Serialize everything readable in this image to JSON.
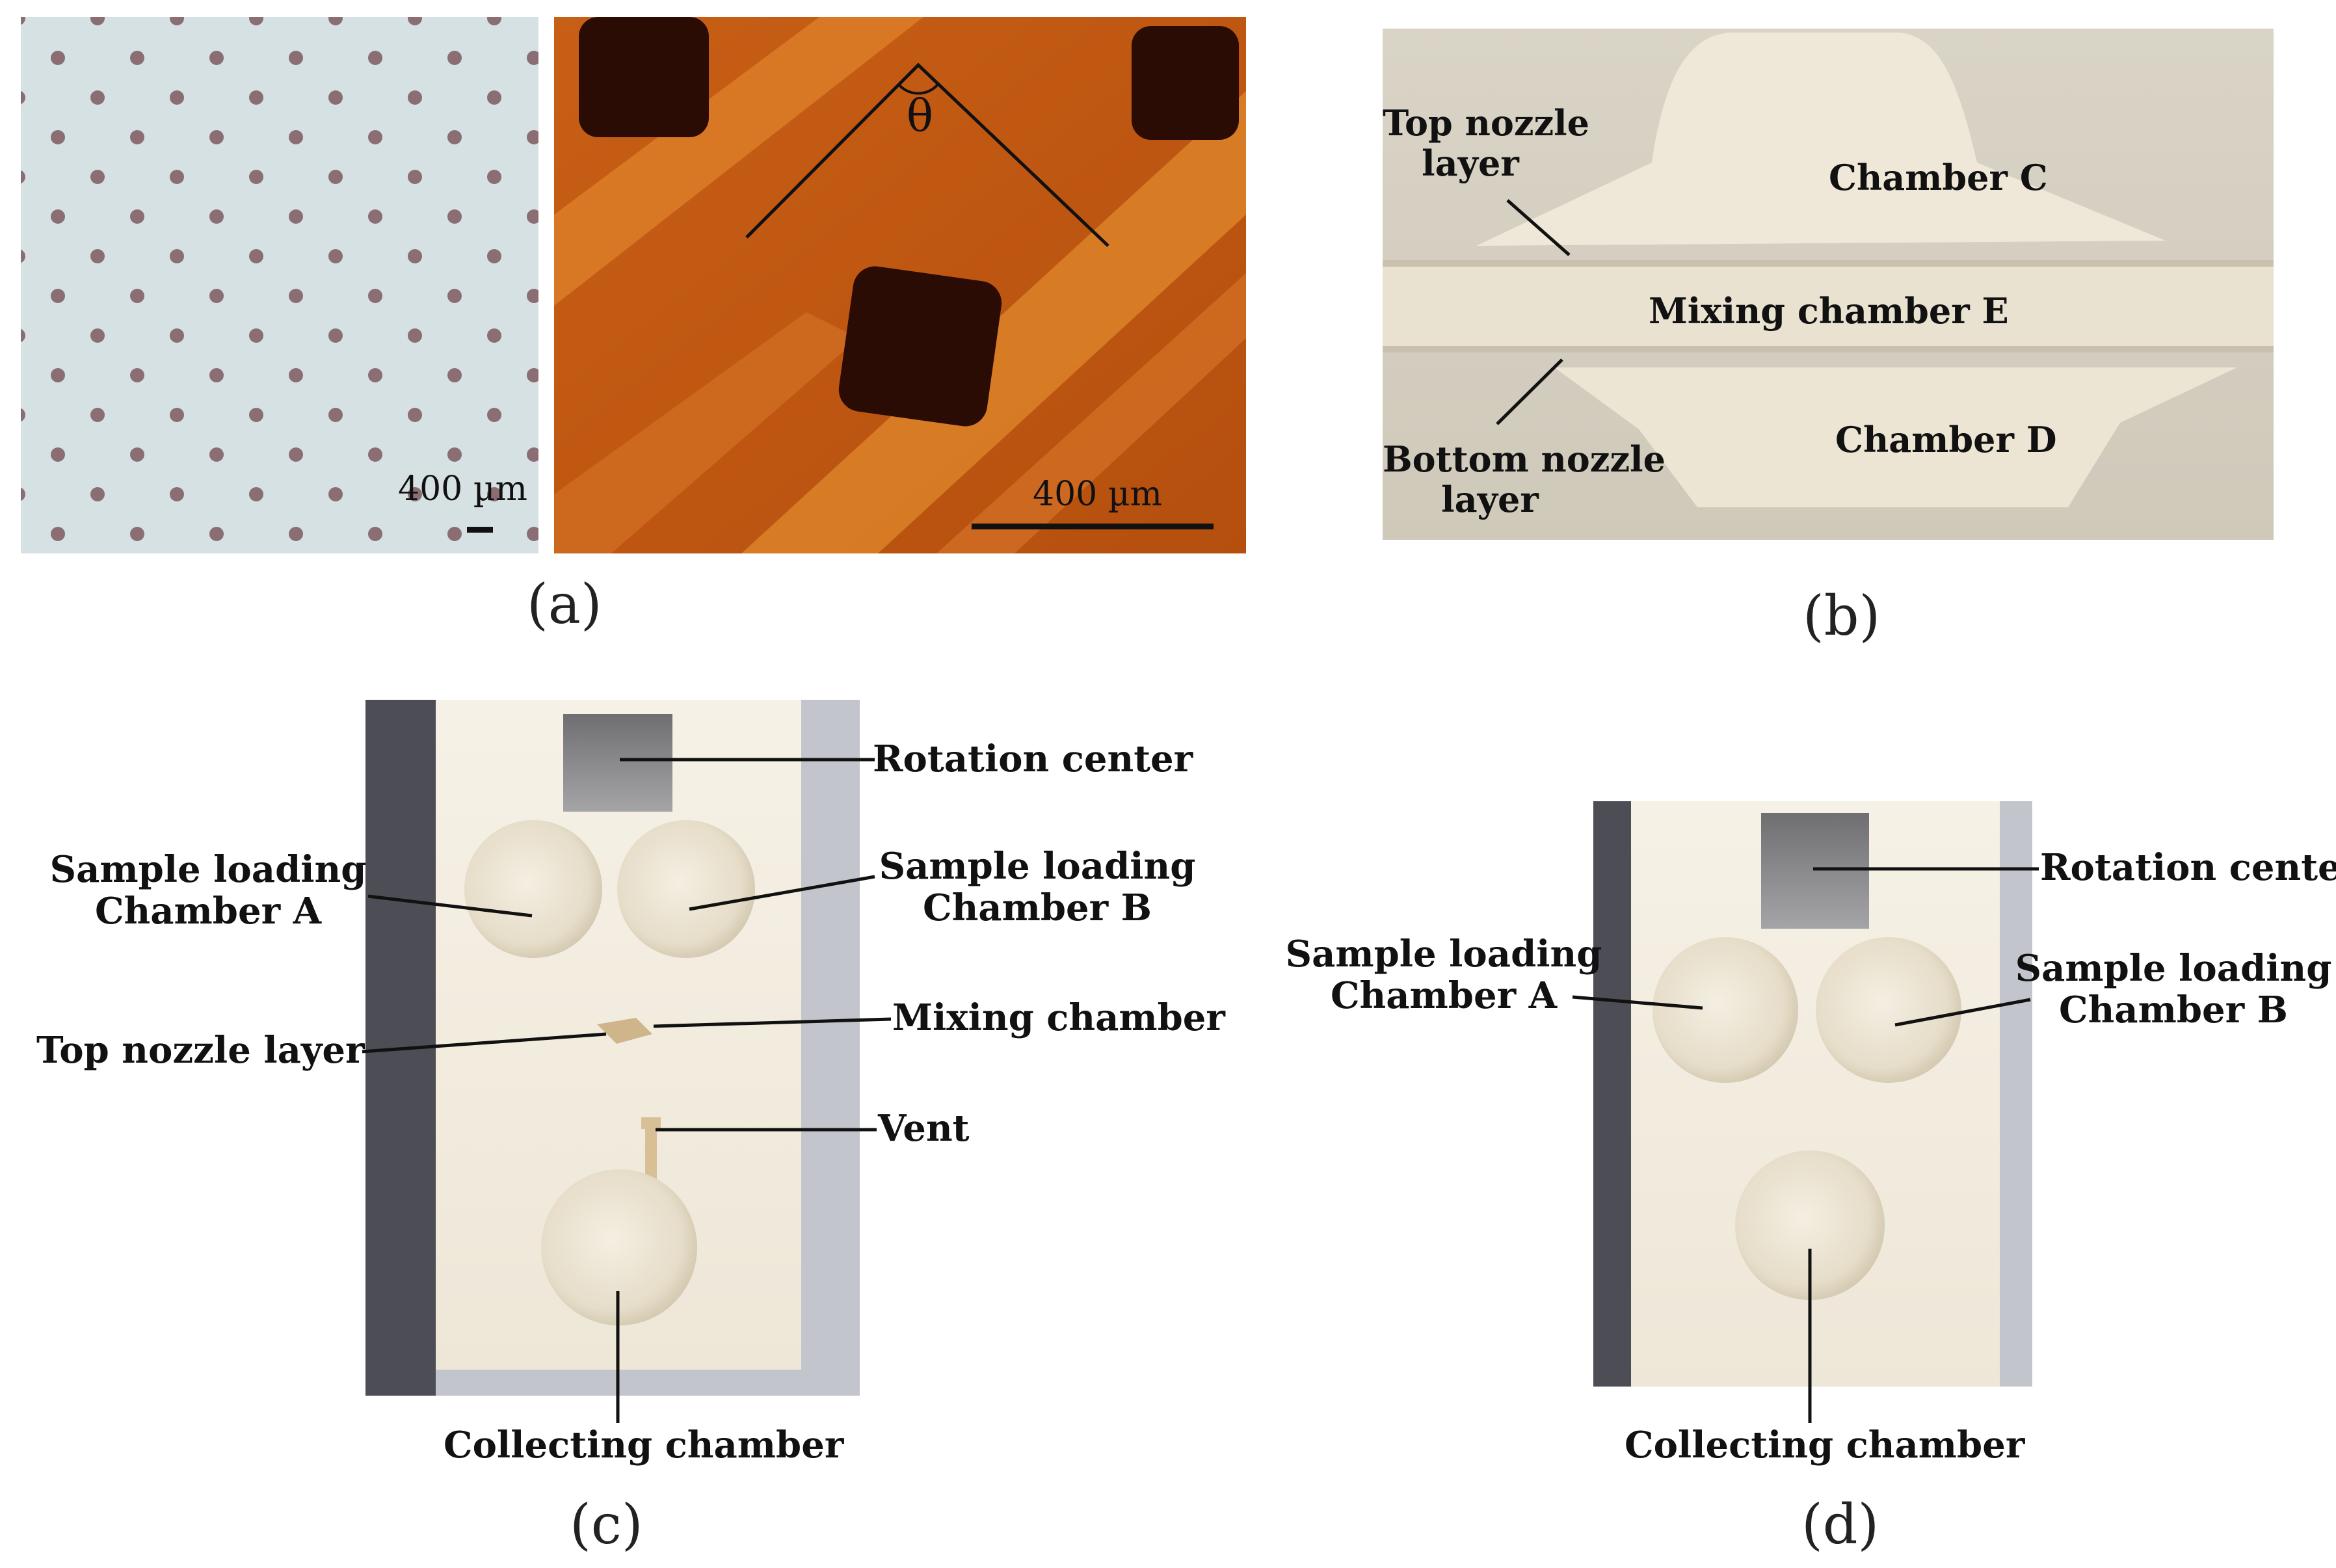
{
  "panel_a": {
    "caption": "(a)",
    "left_image": {
      "scale_label": "400 µm"
    },
    "right_image": {
      "scale_label": "400 µm",
      "angle_symbol": "θ"
    }
  },
  "panel_b": {
    "caption": "(b)",
    "labels": {
      "top_nozzle_layer": [
        "Top nozzle",
        "layer"
      ],
      "chamber_c": "Chamber C",
      "mixing_chamber_e": "Mixing chamber E",
      "chamber_d": "Chamber D",
      "bottom_nozzle_layer": [
        "Bottom nozzle",
        "layer"
      ]
    }
  },
  "panel_c": {
    "caption": "(c)",
    "labels": {
      "rotation_center": "Rotation center",
      "sample_loading_a": [
        "Sample loading",
        "Chamber A"
      ],
      "sample_loading_b": [
        "Sample loading",
        "Chamber B"
      ],
      "mixing_chamber": "Mixing chamber",
      "top_nozzle_layer": "Top nozzle layer",
      "vent": "Vent",
      "collecting_chamber": "Collecting chamber"
    }
  },
  "panel_d": {
    "caption": "(d)",
    "labels": {
      "rotation_center": "Rotation center",
      "sample_loading_a": [
        "Sample loading",
        "Chamber A"
      ],
      "sample_loading_b": [
        "Sample loading",
        "Chamber B"
      ],
      "collecting_chamber": "Collecting  chamber"
    }
  }
}
